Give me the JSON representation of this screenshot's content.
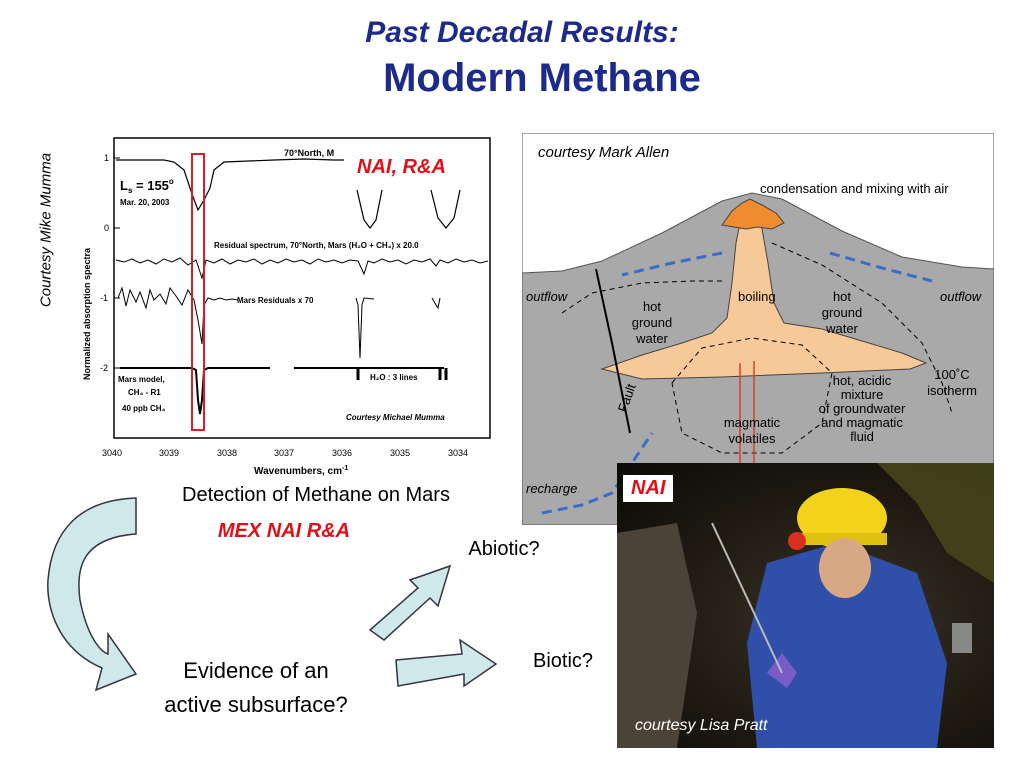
{
  "slide": {
    "title_line1": "Past Decadal Results:",
    "title_line2": "Modern Methane",
    "mumma_credit": "Courtesy Mike Mumma",
    "detection_caption": "Detection of Methane on Mars",
    "mex_caption": "MEX NAI R&A",
    "abiotic": "Abiotic?",
    "biotic": "Biotic?",
    "evidence_line1": "Evidence of an",
    "evidence_line2": "active subsurface?"
  },
  "spectrum": {
    "nai_label": "NAI, R&A",
    "ylabel": "Normalized absorption spectra",
    "xlabel": "Wavenumbers, cm",
    "xlabel_sup": "-1",
    "label_70north": "70°North, M",
    "ls_label": "L",
    "ls_sub": "s",
    "ls_value": " = 155",
    "ls_sup": "o",
    "date_label": "Mar. 20, 2003",
    "residual_label": "Residual spectrum, 70°North, Mars (H₂O + CH₄) x 20.0",
    "mars_residuals": "Mars Residuals x 70",
    "model_line1": "Mars model,",
    "model_line2": "CH₄ - R1",
    "model_line3": "40 ppb CH₄",
    "h2o_label": "H₂O : 3 lines",
    "courtesy": "Courtesy Michael Mumma",
    "yticks": [
      "1",
      "0",
      "-1",
      "-2"
    ],
    "xticks": [
      "3040",
      "3039",
      "3038",
      "3037",
      "3036",
      "3035",
      "3034"
    ]
  },
  "diagram": {
    "credit": "courtesy Mark Allen",
    "condensation": "condensation and mixing with air",
    "outflow_left": "outflow",
    "outflow_right": "outflow",
    "boiling": "boiling",
    "hot_left_1": "hot",
    "hot_left_2": "ground",
    "hot_left_3": "water",
    "hot_right_1": "hot",
    "hot_right_2": "ground",
    "hot_right_3": "water",
    "isotherm_1": "100˚C",
    "isotherm_2": "isotherm",
    "fault": "Fault",
    "acidic_1": "hot, acidic",
    "acidic_2": "mixture",
    "acidic_3": "of groundwater",
    "acidic_4": "and magmatic",
    "acidic_5": "fluid",
    "magmatic_1": "magmatic",
    "magmatic_2": "volatiles",
    "recharge": "recharge"
  },
  "photo": {
    "nai_label": "NAI",
    "credit": "courtesy Lisa Pratt"
  },
  "colors": {
    "title": "#1c2a8a",
    "accent_red": "#e0101a",
    "arrow_fill": "#cfe8ea",
    "groundwater": "#f7c898",
    "plume": "#f08c30"
  }
}
